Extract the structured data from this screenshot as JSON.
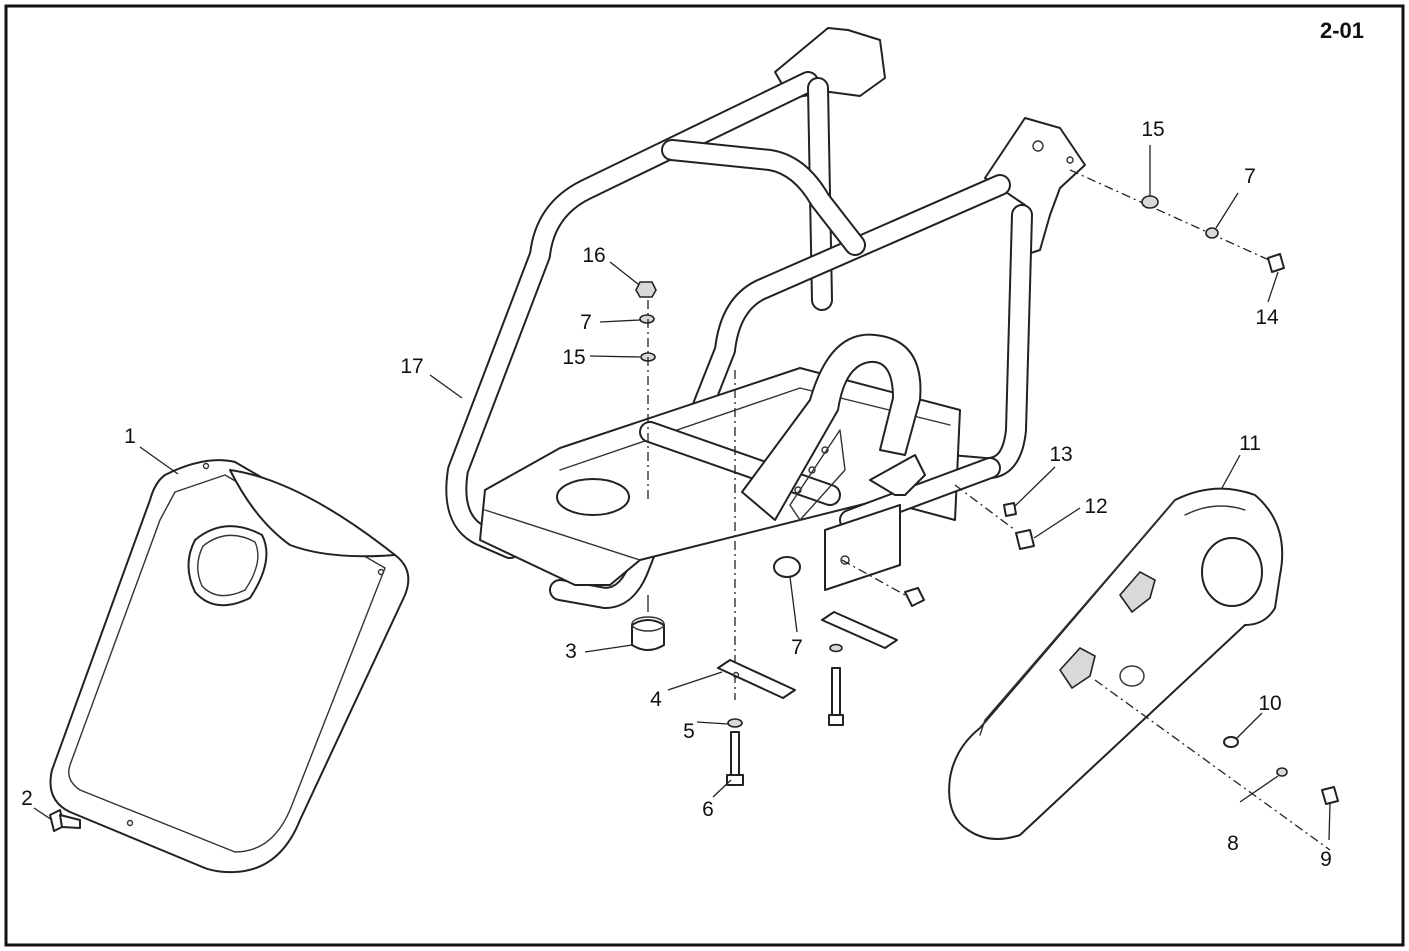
{
  "sheet_id": "2-01",
  "callouts": [
    "1",
    "2",
    "3",
    "4",
    "5",
    "6",
    "7",
    "8",
    "9",
    "10",
    "11",
    "12",
    "13",
    "14",
    "15",
    "16",
    "17",
    "7",
    "7",
    "15"
  ]
}
